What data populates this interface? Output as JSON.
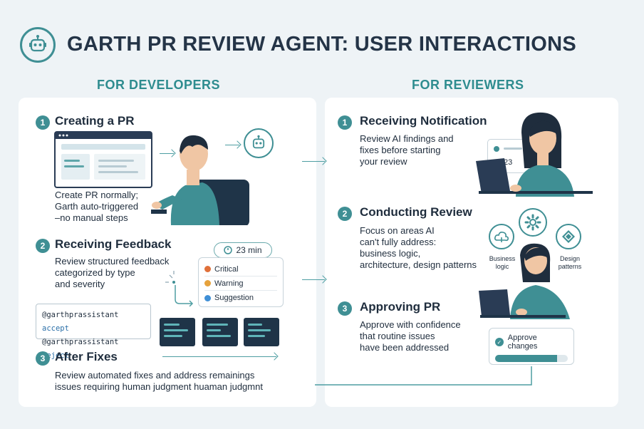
{
  "title": "GARTH PR REVIEW AGENT: USER INTERACTIONS",
  "developers": {
    "heading": "FOR DEVELOPERS",
    "steps": [
      {
        "num": "1",
        "title": "Creating a PR",
        "lines": [
          "Create PR normally;",
          "Garth auto-triggered",
          "–no manual steps"
        ]
      },
      {
        "num": "2",
        "title": "Receiving Feedback",
        "lines": [
          "Review structured feedback",
          "categorized by type",
          "and severity"
        ]
      },
      {
        "num": "3",
        "title": "After Fixes",
        "lines": [
          "Review automated fixes and address remainings",
          "issues requiring human judgment huaman judgmnt"
        ]
      }
    ],
    "commands": {
      "prefix_1": "@garthprassistant ",
      "action_1": "accept",
      "prefix_2": "@garthprassistant ",
      "action_2": "reject"
    },
    "timer": "23 min",
    "severity": [
      {
        "label": "Critical",
        "color": "#e0703a"
      },
      {
        "label": "Warning",
        "color": "#e6a23c"
      },
      {
        "label": "Suggestion",
        "color": "#3f8fd6"
      }
    ]
  },
  "reviewers": {
    "heading": "FOR REVIEWERS",
    "steps": [
      {
        "num": "1",
        "title": "Receiving Notification",
        "lines": [
          "Review AI findings and",
          "fixes before starting",
          "your review"
        ]
      },
      {
        "num": "2",
        "title": "Conducting Review",
        "lines": [
          "Focus on areas AI",
          "can't fully address:",
          "business logic,",
          "architecture, design patterns"
        ]
      },
      {
        "num": "3",
        "title": "Approving PR",
        "lines": [
          "Approve with confidence",
          "that routine issues",
          "have been addressed"
        ]
      }
    ],
    "notification_count": "23",
    "icon_labels": {
      "business": "Business logic",
      "design_1": "Design",
      "design_2": "patterns"
    },
    "approve_label": "Approve changes",
    "approve_progress": 0.85
  },
  "colors": {
    "accent": "#3f8f94",
    "heading": "#2e8c8f",
    "text": "#1f2d3d"
  }
}
